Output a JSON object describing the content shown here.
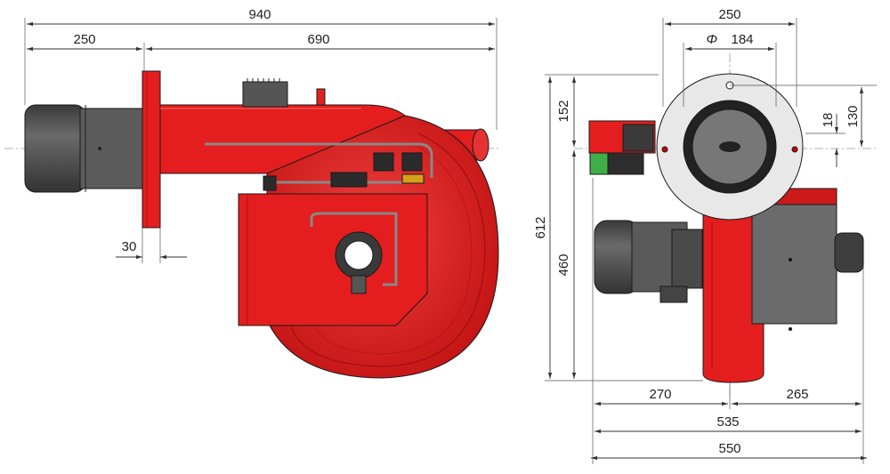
{
  "drawing": {
    "colors": {
      "body_red": "#e41e1e",
      "body_red_dark": "#a80f0f",
      "body_red_light": "#f25050",
      "dark_grey": "#4a4a4a",
      "grey": "#6e6e6e",
      "light_grey": "#dcdcdc",
      "green": "#3fae49",
      "line": "#333333"
    },
    "side_view": {
      "dims": {
        "overall_length": "940",
        "head_length": "250",
        "body_length": "690",
        "flange_thickness": "30"
      }
    },
    "front_view": {
      "dims": {
        "flange_width": "250",
        "bore_diameter_symbol": "Φ",
        "bore_diameter": "184",
        "top_to_axis": "152",
        "hole_offset": "18",
        "axis_height": "130",
        "overall_height": "612",
        "axis_to_bottom": "460",
        "left_of_axis": "270",
        "right_of_axis": "265",
        "width_a": "535",
        "width_b": "550"
      }
    }
  }
}
